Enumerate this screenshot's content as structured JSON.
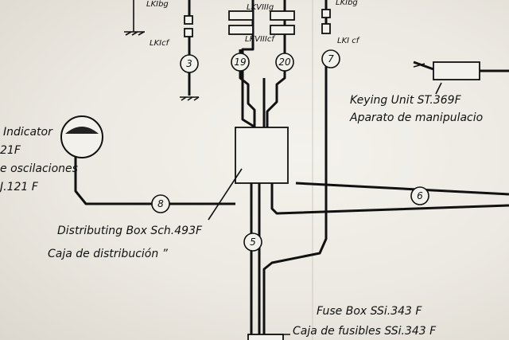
{
  "nodes": [
    {
      "id": "n3",
      "label": "3"
    },
    {
      "id": "n19",
      "label": "19"
    },
    {
      "id": "n20",
      "label": "20"
    },
    {
      "id": "n7",
      "label": "7"
    },
    {
      "id": "n8",
      "label": "8"
    },
    {
      "id": "n6",
      "label": "6"
    },
    {
      "id": "n5",
      "label": "5"
    }
  ],
  "lk_labels": {
    "top_left": "LKIbg",
    "top_left_lower": "LKIcf",
    "mid_upper": "LKVIIIg",
    "mid_lower": "LKVIIIcf",
    "right_upper": "LKIbg",
    "right_lower": "LKI cf"
  },
  "components": {
    "indicator_line1": "Indicator",
    "indicator_line2": "21F",
    "indicator_line3": "e oscilaciones",
    "indicator_line4": "J.121 F",
    "keying_line1": "Keying Unit  ST.369F",
    "keying_line2": "Aparato de manipulacio",
    "distributing_line1": "Distributing Box Sch.493F",
    "distributing_line2": "Caja de distribución  ”",
    "fuse_line1": "Fuse Box SSi.343 F",
    "fuse_line2": "Caja de fusibles SSi.343 F"
  }
}
